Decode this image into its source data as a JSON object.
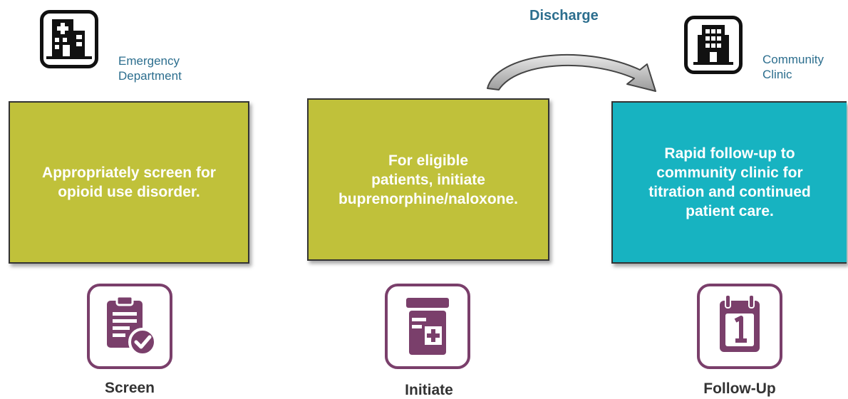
{
  "locations": {
    "emergency": {
      "label_line1": "Emergency",
      "label_line2": "Department",
      "icon": "hospital-building-icon"
    },
    "community": {
      "label_line1": "Community",
      "label_line2": "Clinic",
      "icon": "office-building-icon"
    }
  },
  "transition": {
    "label": "Discharge",
    "icon": "curved-arrow-icon"
  },
  "steps": [
    {
      "text_lines": [
        "Appropriately screen for",
        "opioid use disorder."
      ],
      "color": "#c0c13a",
      "label": "Screen",
      "icon": "clipboard-check-icon"
    },
    {
      "text_lines": [
        "For eligible",
        "patients, initiate",
        "buprenorphine/naloxone."
      ],
      "color": "#c0c13a",
      "label": "Initiate",
      "icon": "prescription-bottle-icon"
    },
    {
      "text_lines": [
        "Rapid follow-up to",
        "community clinic for",
        "titration and continued",
        "patient care."
      ],
      "color": "#17b3c1",
      "label": "Follow-Up",
      "icon": "calendar-icon"
    }
  ],
  "colors": {
    "accent_text": "#2c6e8e",
    "icon_purple": "#7a3f6b"
  }
}
